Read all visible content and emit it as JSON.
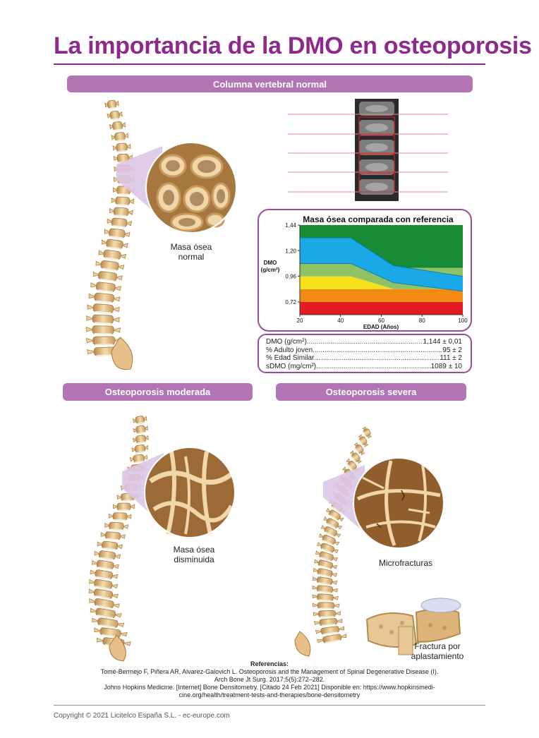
{
  "title": "La importancia de la DMO en osteoporosis",
  "sections": {
    "normal": {
      "label": "Columna vertebral normal",
      "caption_line1": "Masa ósea",
      "caption_line2": "normal"
    },
    "moderate": {
      "label": "Osteoporosis moderada",
      "caption_line1": "Masa ósea",
      "caption_line2": "disminuida"
    },
    "severe": {
      "label": "Osteoporosis severa",
      "caption": "Microfracturas",
      "fracture_line1": "Fractura por",
      "fracture_line2": "aplastamiento"
    }
  },
  "chart_data": {
    "type": "area",
    "title": "Masa ósea comparada con referencia",
    "xlabel": "EDAD (Años)",
    "ylabel_line1": "DMO",
    "ylabel_line2": "(g/cm²)",
    "x_ticks": [
      "20",
      "40",
      "60",
      "80",
      "100"
    ],
    "y_ticks": [
      "1,44",
      "1,20",
      "0,96",
      "0,72"
    ],
    "xlim": [
      20,
      100
    ],
    "ylim": [
      0.6,
      1.44
    ],
    "colors": {
      "top": "#178a36",
      "light_green": "#8fc264",
      "yellow": "#f6e21a",
      "orange": "#f18b14",
      "red": "#e31b23",
      "blue": "#19a9e6"
    },
    "bands": [
      {
        "color_key": "red",
        "bottom": [
          [
            20,
            0.6
          ],
          [
            100,
            0.6
          ]
        ],
        "top": [
          [
            20,
            0.72
          ],
          [
            100,
            0.72
          ]
        ]
      },
      {
        "color_key": "orange",
        "bottom": [
          [
            20,
            0.72
          ],
          [
            100,
            0.72
          ]
        ],
        "top": [
          [
            20,
            0.84
          ],
          [
            100,
            0.84
          ]
        ]
      },
      {
        "color_key": "yellow",
        "bottom": [
          [
            20,
            0.84
          ],
          [
            100,
            0.84
          ]
        ],
        "top": [
          [
            20,
            0.96
          ],
          [
            45,
            0.96
          ],
          [
            66,
            0.84
          ],
          [
            100,
            0.84
          ]
        ]
      },
      {
        "color_key": "light_green",
        "bottom": [
          [
            20,
            0.96
          ],
          [
            45,
            0.96
          ],
          [
            66,
            0.84
          ],
          [
            100,
            0.84
          ]
        ],
        "top": [
          [
            20,
            1.08
          ],
          [
            45,
            1.08
          ],
          [
            66,
            1.04
          ],
          [
            100,
            1.04
          ]
        ]
      },
      {
        "color_key": "top",
        "bottom": [
          [
            20,
            1.08
          ],
          [
            45,
            1.08
          ],
          [
            66,
            1.04
          ],
          [
            100,
            1.04
          ]
        ],
        "top": [
          [
            20,
            1.44
          ],
          [
            100,
            1.44
          ]
        ]
      }
    ],
    "reference_band": {
      "color_key": "blue",
      "upper": [
        [
          20,
          1.32
        ],
        [
          45,
          1.32
        ],
        [
          66,
          1.06
        ],
        [
          100,
          0.96
        ]
      ],
      "lower": [
        [
          20,
          1.08
        ],
        [
          45,
          1.08
        ],
        [
          66,
          0.9
        ],
        [
          100,
          0.82
        ]
      ]
    }
  },
  "stats": [
    {
      "label": "DMO (g/cm²)",
      "value": "1,144 ± 0,01"
    },
    {
      "label": "% Adulto joven",
      "value": "95 ± 2"
    },
    {
      "label": "% Edad Similar",
      "value": "111 ± 2"
    },
    {
      "label": "sDMO (mg/cm²)",
      "value": "1089 ± 10"
    }
  ],
  "references": {
    "heading": "Referencias:",
    "line1": "Tomé-Bermejo F, Piñera AR, Alvarez-Galovich L. Osteoporosis and the Management of Spinal Degenerative Disease (I).",
    "line2": "Arch Bone Jt Surg. 2017;5(5):272–282.",
    "line3": "Johns Hopkins Medicine. [Internet] Bone Densitometry. [Citado 24 Feb 2021] Disponible en: https://www.hopkinsmedi-",
    "line4": "cine.org/health/treatment-tests-and-therapies/bone-densitometry"
  },
  "footer": "Copyright © 2021 Licitelco España S.L. - ec-europe.com",
  "colors": {
    "accent": "#8e2a8b",
    "pill": "#b274b4",
    "bone": "#e8c48f",
    "vertebra_highlight": "#e89a6e"
  },
  "icons": {
    "spine_normal": "spine-normal-illustration",
    "spine_moderate": "spine-moderate-illustration",
    "spine_severe": "spine-severe-illustration",
    "bone_normal": "bone-tissue-normal",
    "bone_moderate": "bone-tissue-moderate",
    "bone_severe": "bone-tissue-severe",
    "xray": "spine-xray-scan",
    "fracture": "crush-fracture-illustration"
  }
}
